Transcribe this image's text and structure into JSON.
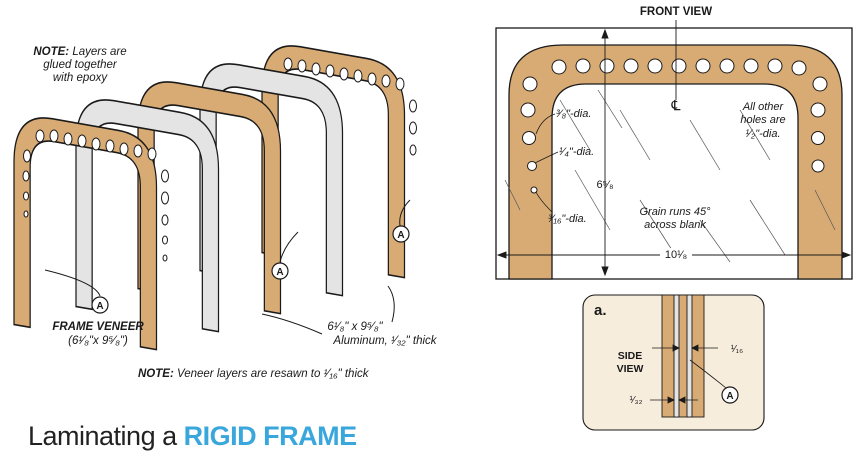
{
  "title": {
    "prefix": "Laminating a ",
    "highlight": "RIGID FRAME"
  },
  "notes": {
    "top_line1_bold": "NOTE:",
    "top_line1_rest": " Layers are",
    "top_line2": "glued together",
    "top_line3": "with epoxy",
    "bottom_bold": "NOTE:",
    "bottom_rest": " Veneer layers are resawn to ¹⁄₁₆\" thick"
  },
  "left_labels": {
    "frame_veneer": "FRAME VENEER",
    "frame_veneer_dims": "(6¹⁄₈\"x 9⁵⁄₈\")",
    "aluminum_dims": "6¹⁄₈\" x 9⁵⁄₈\"",
    "aluminum_desc": "Aluminum, ¹⁄₃₂\" thick",
    "callout": "A"
  },
  "front_view": {
    "title": "FRONT VIEW",
    "centerline": "℄",
    "hole_38": "³⁄₈\"-dia.",
    "hole_14": "¹⁄₄\"-dia.",
    "hole_316": "³⁄₁₆\"-dia.",
    "other_holes_1": "All other",
    "other_holes_2": "holes are",
    "other_holes_3": "¹⁄₂\"-dia.",
    "height_dim": "6⁵⁄₈",
    "width_dim": "10¹⁄₈",
    "grain_1": "Grain runs 45°",
    "grain_2": "across blank"
  },
  "side_view": {
    "badge": "a.",
    "label_1": "SIDE",
    "label_2": "VIEW",
    "dim_116": "¹⁄₁₆",
    "dim_132": "¹⁄₃₂",
    "callout": "A"
  },
  "colors": {
    "wood": "#d9ab74",
    "aluminum": "#e4e4e4",
    "title_blue": "#39a7dc",
    "panel_bg": "#f7eddc",
    "outline": "#1a1a1a"
  }
}
